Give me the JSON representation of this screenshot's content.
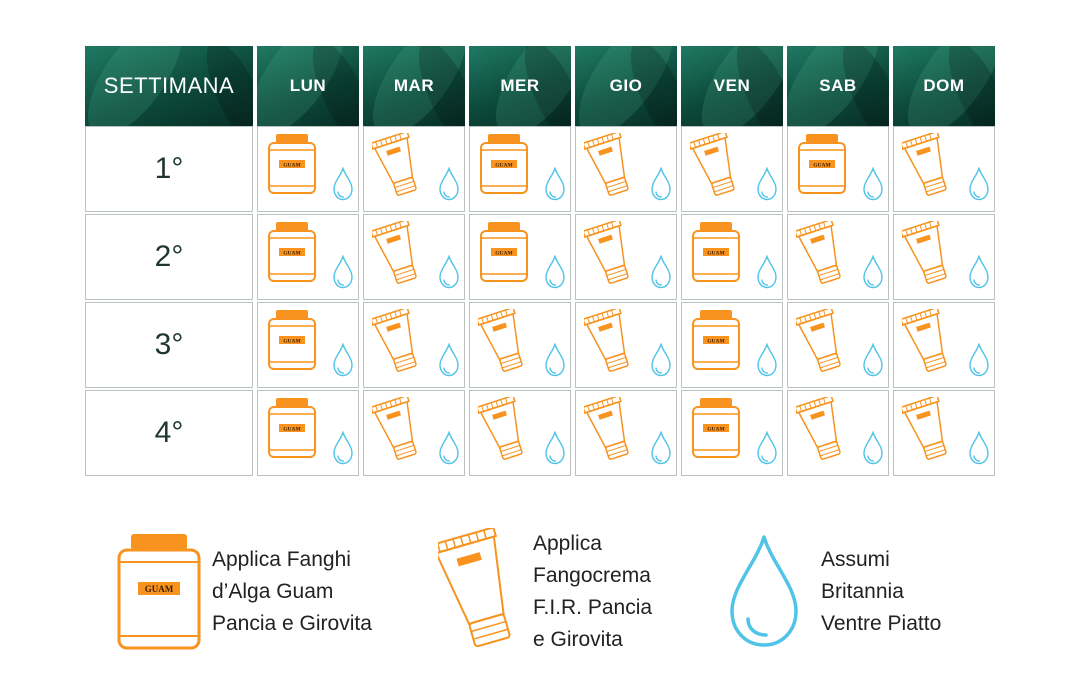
{
  "header": {
    "week_label": "SETTIMANA",
    "days": [
      "LUN",
      "MAR",
      "MER",
      "GIO",
      "VEN",
      "SAB",
      "DOM"
    ]
  },
  "weeks": [
    {
      "label": "1°",
      "days": [
        "jar",
        "tube",
        "jar",
        "tube",
        "tube",
        "jar",
        "tube"
      ]
    },
    {
      "label": "2°",
      "days": [
        "jar",
        "tube",
        "jar",
        "tube",
        "jar",
        "tube",
        "tube"
      ]
    },
    {
      "label": "3°",
      "days": [
        "jar",
        "tube",
        "tube",
        "tube",
        "jar",
        "tube",
        "tube"
      ]
    },
    {
      "label": "4°",
      "days": [
        "jar",
        "tube",
        "tube",
        "tube",
        "jar",
        "tube",
        "tube"
      ]
    }
  ],
  "brand_label": "GUAM",
  "legend": {
    "jar": [
      "Applica Fanghi",
      "d’Alga Guam",
      "Pancia e Girovita"
    ],
    "tube": [
      "Applica",
      "Fangocrema",
      "F.I.R. Pancia",
      "e Girovita"
    ],
    "drop": [
      "Assumi",
      "Britannia",
      "Ventre Piatto"
    ]
  },
  "colors": {
    "orange": "#f7931e",
    "drop_blue": "#4fc3e8",
    "header_green": "#0d4a3c",
    "text_dark": "#1e3530"
  },
  "icons": {
    "jar": "fanghi-jar-icon",
    "tube": "fangocrema-tube-icon",
    "drop": "water-drop-icon"
  }
}
